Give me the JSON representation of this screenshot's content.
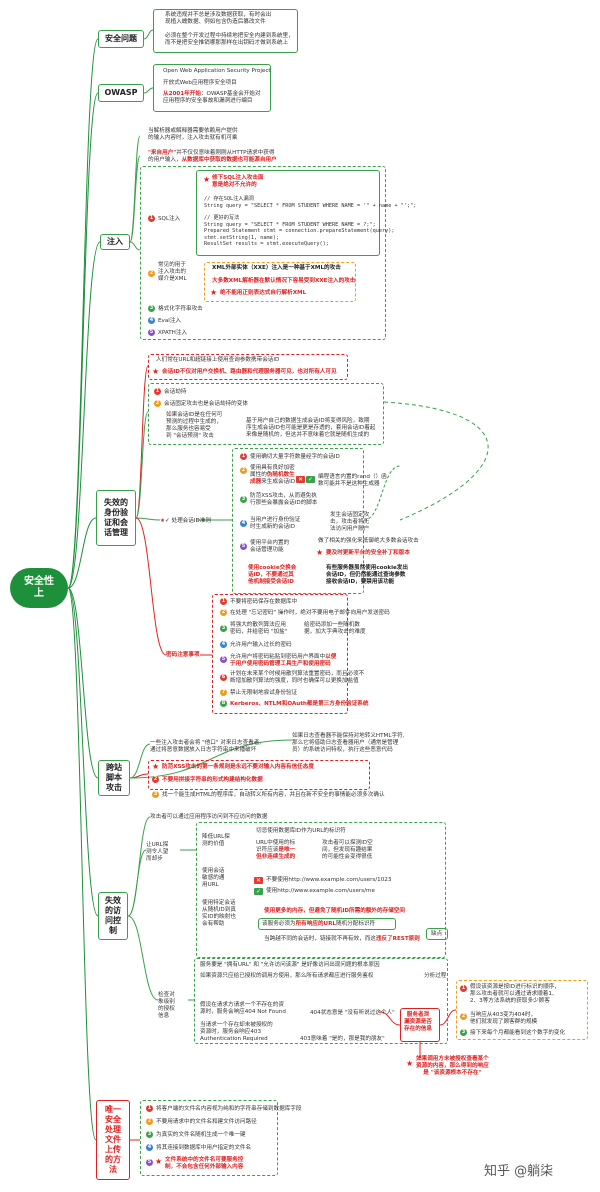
{
  "root": "安全性\n上",
  "sections": {
    "security_problem": "安全问题",
    "owasp": "OWASP",
    "injection": "注入",
    "auth": "失效的\n身份验\n证和会\n话管理",
    "xss": "跨站\n脚本\n攻击",
    "access": "失效\n的访\n问控\n制",
    "upload": "唯一\n安全\n处理\n文件\n上传\n的方\n法"
  },
  "security_problem": {
    "n1": "系统违规并不总是涉及数据获取，有时会出\n现植入蠕数据、例如包含伪造后篡改文件",
    "n2": "必须在整个开发过程中持续地把安全内建到系统里，\n而不是把安全推销哪那那样在出钥码才做到系统上"
  },
  "owasp": {
    "n1": "Open Web Application Security Project",
    "n2": "开放式Web应用程序安全项目",
    "n3_red": "从2001年开始",
    "n3": "：OWASP基金会开始对\n应用程序的安全事故和漏洞进行编目"
  },
  "injection": {
    "intro": "当解析器或解释器需要依赖用户提供\n的输入内容时，注入攻击就有机可乘",
    "untrusted_red": "\"来自用户\"",
    "untrusted": "并不仅仅意味着刚刚从HTTP请求中获得\n的用户输入，",
    "untrusted_red2": "从数据库中获取的数据也可能源自用户",
    "sql_label": "SQL注入",
    "sql_warn": "修下SQL注入攻击面\n意是绝对不允许的",
    "sql_code1": "// 存在SQL注入漏洞\nString query = \"SELECT * FROM STUDENT WHERE NAME = '\" + name + \"';\";",
    "sql_code2": "// 更好的写法\nString query = \"SELECT * FROM STUDENT WHERE NAME = ?;\";\nPrepared Statement stmt = connection.prepareStatement(query);\nstmt.setString(1, name);\nResultSet results = stmt.executeQuery();",
    "xml_label": "常见的用于\n注入攻击的\n媒介是XML",
    "xml1": "XML外部实体（XXE）注入是一种基于XML的攻击",
    "xml2": "大多数XML解析器在默认情况下容易受到XXE注入的攻击",
    "xml3": "绝不能用正则表达式自行解析XML",
    "fmt": "格式化字符串攻击",
    "eval": "Eval注入",
    "xpath": "XPATH注入"
  },
  "auth": {
    "intro": "人们常在URL和超链接上使用查询参数携带会话ID",
    "warn": "会话ID不仅对用户交换机、路由器和代理服务器可见，也对所有人可见",
    "hijack": "会话劫持",
    "fixation": "会话固定攻击也是会话劫持的变体",
    "predict": "如果会话ID是在任何可\n预测的过程中生成的，\n那么服务也容易受\n到 \"会话预测\" 攻击",
    "predict_detail": "基于用户自己的数据生成会话ID将变得风险，致期\n序生成会话ID也可能是更是存透的，套用会话ID着起\n来像是随机的，但这并不意味着它就是随机生成的",
    "rules_label": "处理会话ID准则",
    "r1": "使用确切大量字符数量经字的会话ID",
    "r2": "使用具有良好加密\n属性的",
    "r2_red": "伪随机数生\n成器",
    "r2b": "来生成会话ID",
    "r2_alt": "编程语言内置的rand（）函\n数可能并不是这种生成器",
    "r3": "防范XSS攻击，从而避免执\n行那些会暴露会话ID的脚本",
    "r4": "当用户进行身份验证\n时生成新的会话ID",
    "r4_alt": "发生会话固定攻\n击，攻击者将无\n法访问用户账户",
    "r5": "使用平台内置的\n会话管理功能",
    "r5_alt": "做了相关的强化来抵御绝大多数会话攻击",
    "r5_red": "要及时更新平台的安全补丁和版本",
    "cookie_red": "使用cookie交换会\n话ID，不要通过其\n他机制接受会话ID",
    "cookie_blk": "有些服务器虽然使用cookie发出\n会话ID，但仍然能通过查询参数\n接收会话ID，要禁用该功能",
    "pw_label": "密码注意事项",
    "p1": "不要将密码保存在数据库中",
    "p2": "在处理 \"忘记密码\" 操作时，绝对不要用电子邮件向用户发送密码",
    "p3": "将强大的散列算法应用\n密码，并给密码 \"加盐\"",
    "p3_alt": "给密码添加一些随机数\n据，加大字典攻击的难度",
    "p4": "允许用户输入过长的密码",
    "p5": "允许用户将密码粘贴到密码用户界面中",
    "p5_red": "以便\n于用户使用密码管理工具生产和使用密码",
    "p6": "计划在未来某个时候用散列算法重置密码，而且必须不\n断增加散列算法的强度，同时也确保可以更换加盐值",
    "p7": "禁止无限制地尝试身份验证",
    "p8_red": "Kerberos、NTLM和OAuth都是第三方身份验证系统"
  },
  "xss": {
    "left": "一些注入攻击者会将 \"他口\" 对来日志查看者,\n通过将恶意数据放入日志字符串中来播破坏",
    "right": "如果日志查看器不能保持对地转义HTML字符,\n那么它将借助日志查看器用户（通常是管理\n员）的系统访问特权，执行这些恶意代码",
    "n1_red": "防范XSS攻击的第一条规则是永远不要对输入内容有信任态度",
    "n2_red": "不要用拼接字符串的形式构建结构化数据",
    "n3": "找一个能生成HTML的程序库，自动转义所有内容，并且在新不安全的事情能必须多次确认"
  },
  "access": {
    "intro": "攻击者可以通过应用程序访问到不应访问的数据",
    "url_label": "让URL探\n测令人望\n而却步",
    "url1": "降低URL探\n测的价值",
    "url1a": "切忌使用数据库ID作为URL的标识符",
    "url1b": "URL中使用的标\n识符应该",
    "url1b_red": "是唯一\n但非连续生成的",
    "url1c": "攻击者可以探测ID空\n间，但发现有趣结果\n的可能性会变得很低",
    "url2": "使用会话\n敏感的通\n用URL",
    "url2a": "不要使用http://www.example.com/users/1023",
    "url2b": "使用http://www.example.com/users/me",
    "url3": "使用特定会话\n从随机ID到真\n实ID的映射也\n会有帮助",
    "url3_red": "使用更多的内存，但避免了随机ID所需的额外的存储空间",
    "url3a": "该服务必须为",
    "url3a_red": "所有响应的URL",
    "url3a2": "随机分配标识符",
    "url3b": "当跨越不同的会话时，链接就不再有效，而这",
    "url3b_red": "违反了REST原则",
    "weak": "缺点",
    "auth_label": "检查对\n象级别\n的授权\n信息",
    "a1": "服务要是 \"拥有URL\" 和 \"允许访问该源\" 是好像访问出现问题的根本原因",
    "a2": "如果资源只应给已授权的调用方使用，那么所有请求都应进行服务鉴权",
    "a3": "假设在请求方请求一个不存在的资\n源时，服务会响应404 Not Found",
    "a3b": "404状态意是 \"没有听说过这个人\"",
    "a4": "当请求一个存在却未被授权的\n资源时，服务会响应403\nAuthentication Required",
    "a4b": "403意味着 \"是的，那是我的朋友\"",
    "analyze": "分析过程",
    "leak_red": "服务者泄\n漏资源是否\n存在的信息",
    "r1": "假设该资源是按ID进行标识的顺序，\n那么攻击者就可以通过请求顺着1、\n2、3等方法系统的获取多少顾客",
    "r2": "当响应从403变为404时，\n他们就发现了顾客群的规模",
    "r3": "接下来每个月都能看到这个数字的变化",
    "fix_red": "如果调用方未被授权查看某个\n资源的内容，那么得到的响应\n是 \"该资源根本不存在\""
  },
  "upload": {
    "u1": "将客户端的文件名内容视为纯和的字符串存储到数据库字段",
    "u2": "不要用请求中的文件名和建文件访问路径",
    "u3": "为真实的文件名随机生成一个唯一键",
    "u4": "将其连接到数据库中用户指定的文件名",
    "u5_red": "文件系统中的文件名可要服务控\n制，不会包含任何外部输入内容"
  },
  "watermark": "知乎 @躺柒"
}
